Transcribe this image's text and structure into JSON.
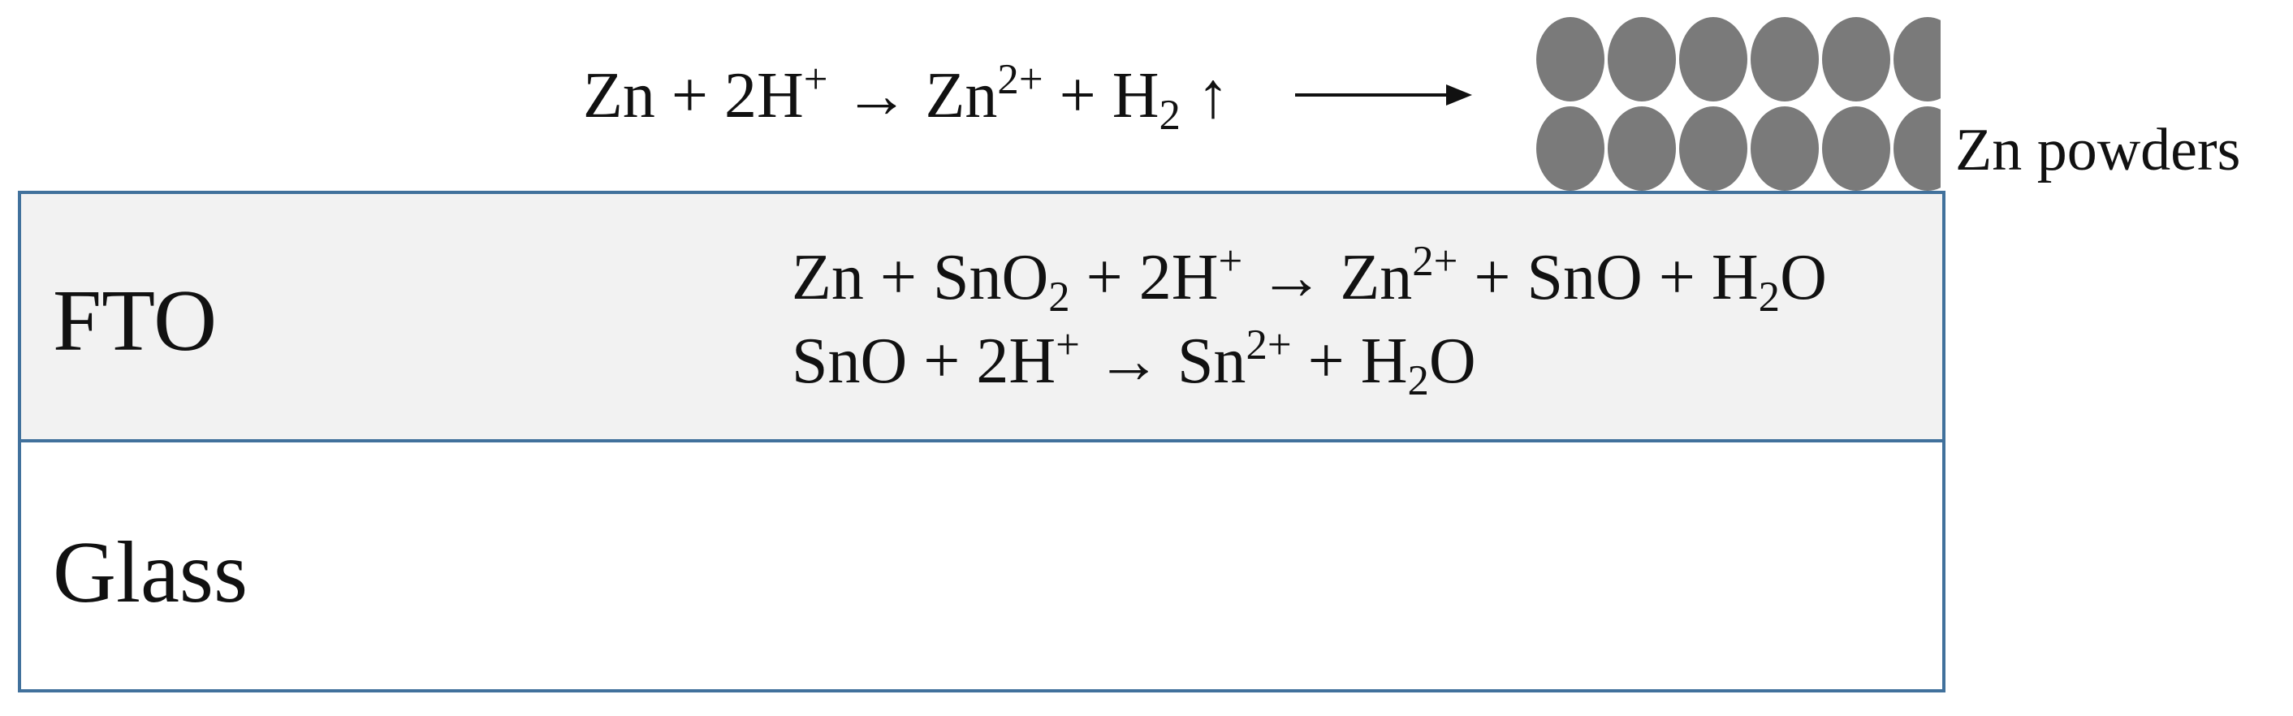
{
  "top_reaction": {
    "zn1": "Zn + 2H",
    "sup1": "+",
    "arrow": " → ",
    "zn2": "Zn",
    "sup2": "2+",
    "plus": " + H",
    "sub1": "2",
    "gas": " ↑"
  },
  "fto": {
    "label": "FTO",
    "reaction1": {
      "p1": "Zn + SnO",
      "sub1": "2",
      "p2": " + 2H",
      "sup1": "+",
      "p3": " → Zn",
      "sup2": "2+",
      "p4": " + SnO + H",
      "sub2": "2",
      "p5": "O"
    },
    "reaction2": {
      "p1": "SnO + 2H",
      "sup1": "+",
      "p2": " → Sn",
      "sup2": "2+",
      "p3": " + H",
      "sub1": "2",
      "p4": "O"
    }
  },
  "glass": {
    "label": "Glass"
  },
  "powders": {
    "label": "Zn powders",
    "rows": 2,
    "per_row": 6,
    "color": "#7a7a7a"
  },
  "colors": {
    "layer_border": "#41719c",
    "fto_fill": "#f2f2f2",
    "glass_fill": "#ffffff",
    "text": "#111111"
  }
}
